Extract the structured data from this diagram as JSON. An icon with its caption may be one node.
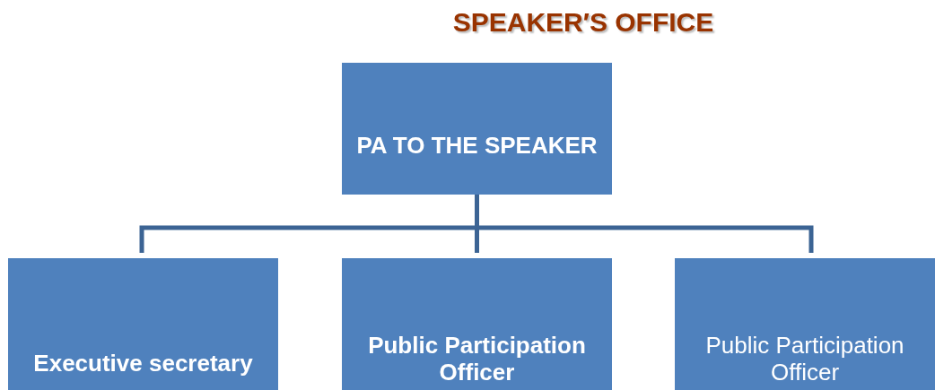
{
  "diagram": {
    "title": "SPEAKER′S OFFICE",
    "nodes": [
      {
        "text": [
          "PA TO THE SPEAKER"
        ]
      },
      {
        "text": [
          "Executive secretary"
        ]
      },
      {
        "text": [
          "Public Participation Officer"
        ]
      },
      {
        "text": [
          "Public Participation Officer"
        ]
      }
    ],
    "edges": [
      {
        "from": 0,
        "to": 1,
        "arrow": "none"
      },
      {
        "from": 0,
        "to": 2,
        "arrow": "none"
      },
      {
        "from": 0,
        "to": 3,
        "arrow": "none"
      }
    ]
  }
}
